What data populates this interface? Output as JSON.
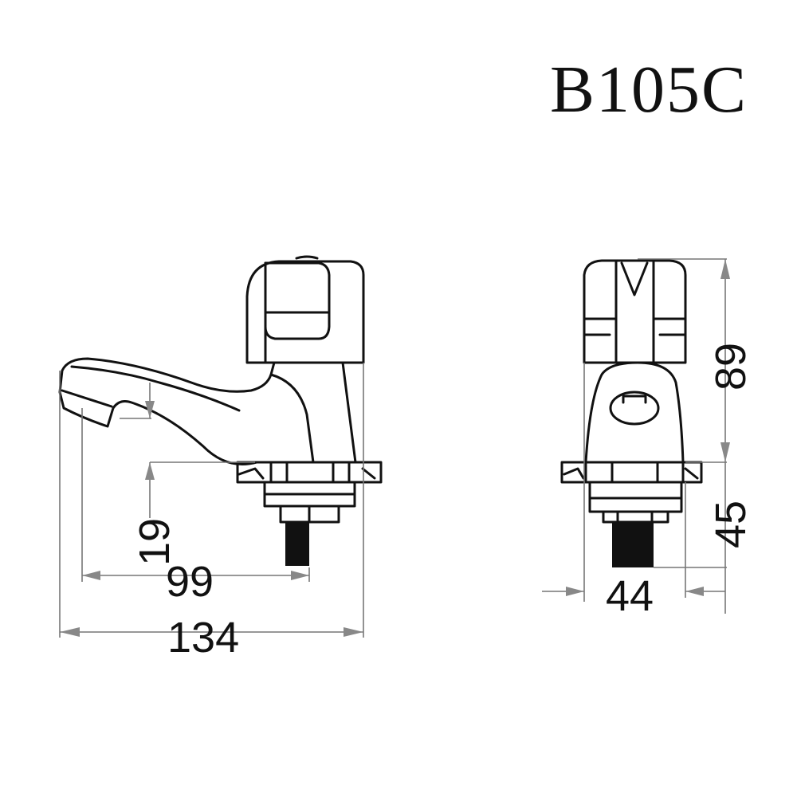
{
  "title": "B105C",
  "views": {
    "side": {
      "dimensions": {
        "overall_length": "134",
        "spout_reach": "99",
        "spout_height": "19"
      }
    },
    "front": {
      "dimensions": {
        "body_height": "89",
        "shank_length": "45",
        "width": "44"
      }
    }
  },
  "colors": {
    "line": "#111111",
    "dimension_line": "#777777",
    "background": "#ffffff"
  }
}
